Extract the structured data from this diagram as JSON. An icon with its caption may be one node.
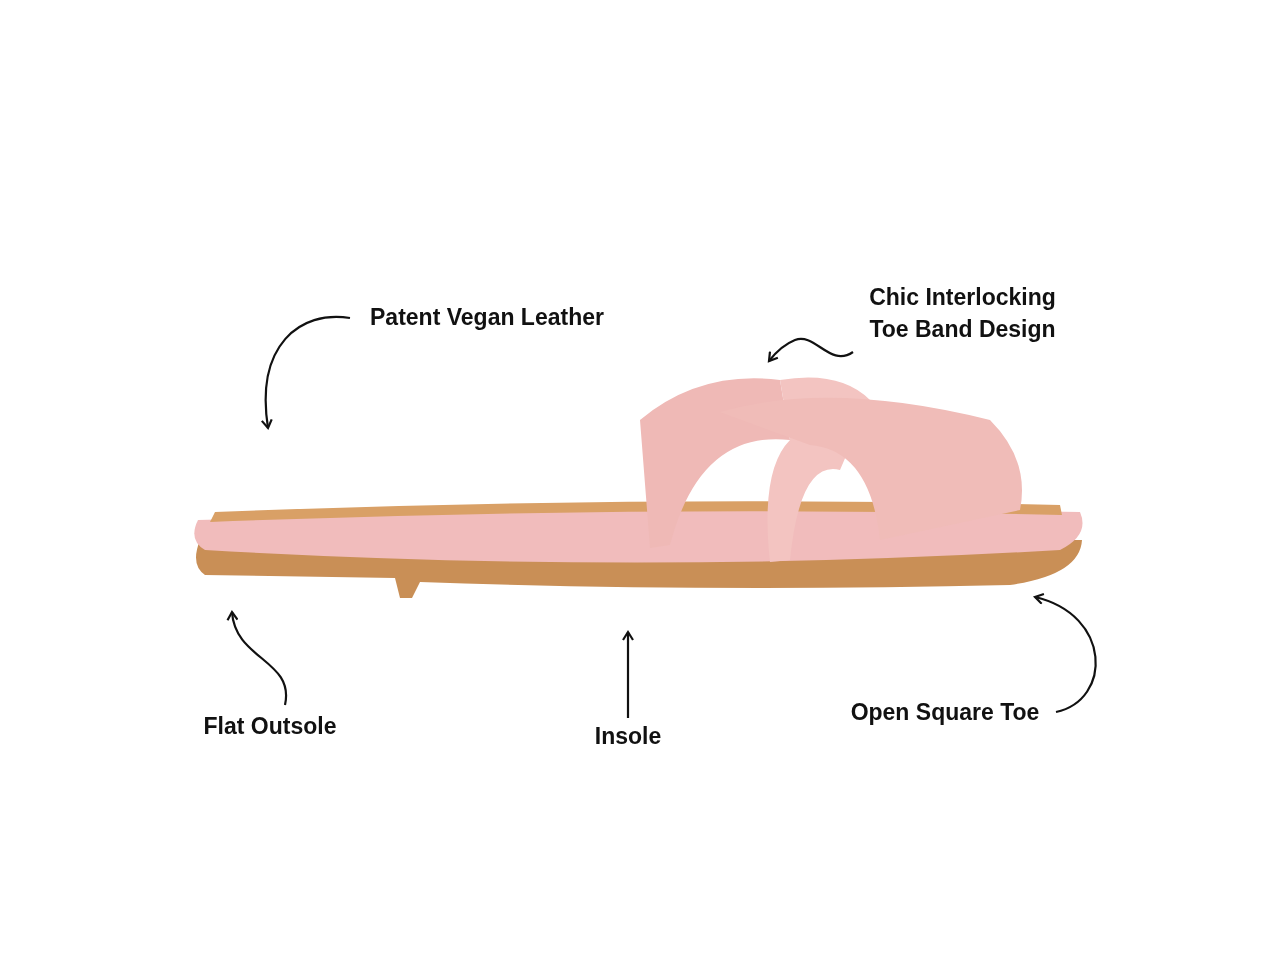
{
  "diagram": {
    "nodes": [
      {
        "text": [
          "Patent Vegan Leather"
        ]
      },
      {
        "text": [
          "Chic Interlocking Toe Band Design"
        ]
      },
      {
        "text": [
          "Flat Outsole"
        ]
      },
      {
        "text": [
          "Insole"
        ]
      },
      {
        "text": [
          "Open Square Toe"
        ]
      }
    ],
    "edges": [
      {
        "from": 0,
        "to": null,
        "arrow": "to"
      },
      {
        "from": 1,
        "to": null,
        "arrow": "to"
      },
      {
        "from": 2,
        "to": null,
        "arrow": "to"
      },
      {
        "from": 3,
        "to": null,
        "arrow": "to"
      },
      {
        "from": 4,
        "to": null,
        "arrow": "to"
      }
    ]
  }
}
